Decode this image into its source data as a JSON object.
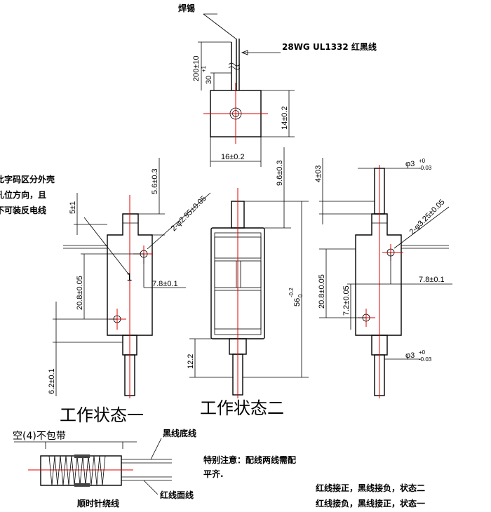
{
  "labels": {
    "solder": "焊锡",
    "wire": "28WG UL1332 红黑线",
    "len200": "200±10",
    "len30": "30",
    "len30_sup": "+1",
    "h14": "14±0.2",
    "w16": "16±0.2",
    "note_l1": "此字码区分外壳",
    "note_l2": "孔位方向，且",
    "note_l3": "不可装反电线",
    "d56": "5.6±0.3",
    "d5": "5±1",
    "d295": "2-φ2.95±0.05",
    "d208": "20.8±0.05",
    "d78": "7.8±0.1",
    "mark1": "1",
    "d62": "6.2±0.1",
    "d96": "9.6±0.3",
    "d4": "4±03",
    "d56b": "56",
    "d56b_tol": "-0.2",
    "d56b_sub": "0",
    "d122": "12.2",
    "phi3a": "φ3",
    "phi3a_tol": "+0",
    "phi3a_tol2": "-0.03",
    "d325": "2-φ3.25±0.05",
    "d208b": "20.8±0.05",
    "d72": "7.2±0.05",
    "d78b": "7.8±0.1",
    "phi3b": "φ3",
    "phi3b_tol": "+0",
    "phi3b_tol2": "-0.03",
    "state1": "工作状态一",
    "state2": "工作状态二",
    "empty": "空(4)不包带",
    "black_bottom": "黑线底线",
    "red_top": "红线面线",
    "clockwise": "顺时针绕线",
    "special1": "特别注意：配线两线需配",
    "special2": "平齐.",
    "rule2": "红线接正，黑线接负，状态二",
    "rule1": "红线接负，黑线接正，状态一"
  }
}
